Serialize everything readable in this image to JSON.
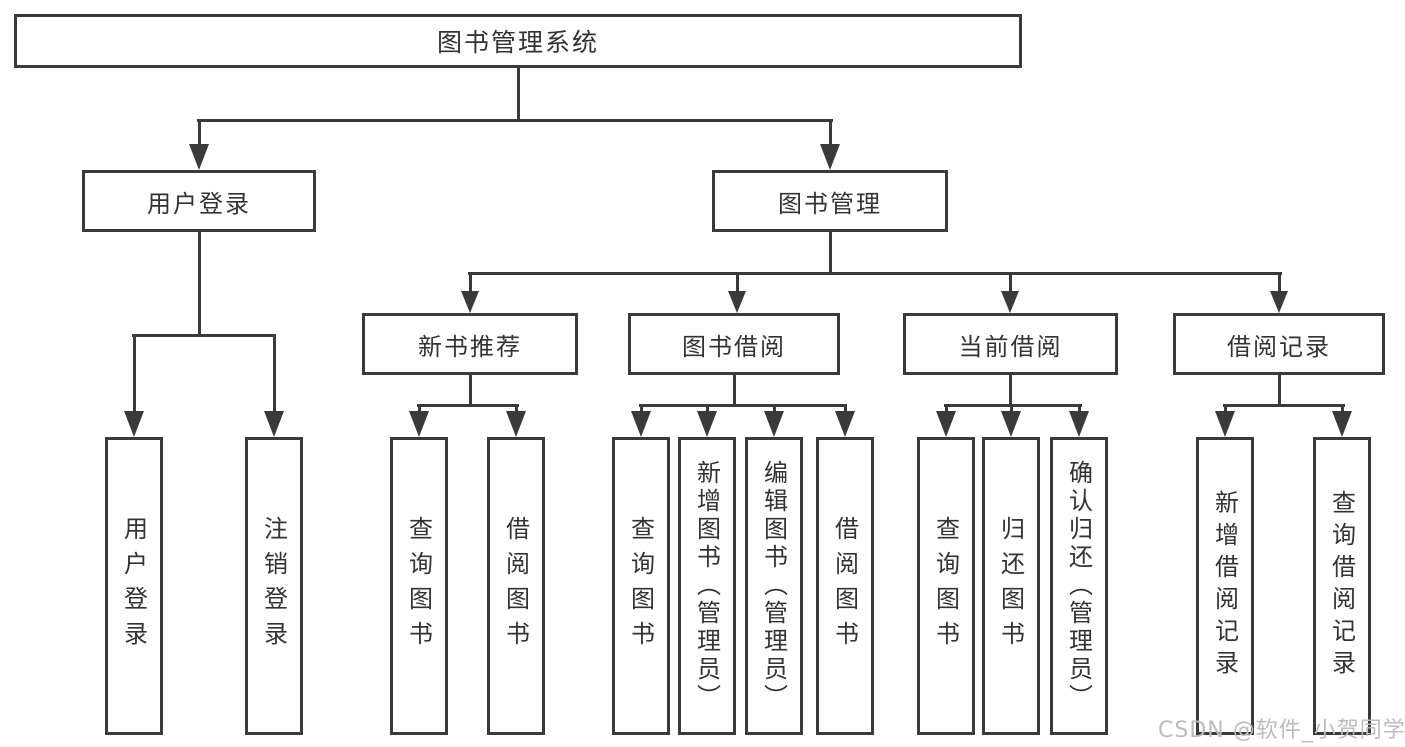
{
  "diagram": {
    "type": "tree",
    "root": {
      "label": "图书管理系统"
    },
    "branches": [
      {
        "label": "用户登录",
        "children": [
          {
            "label": "用户登录"
          },
          {
            "label": "注销登录"
          }
        ]
      },
      {
        "label": "图书管理",
        "children": [
          {
            "label": "新书推荐",
            "children": [
              {
                "label": "查询图书"
              },
              {
                "label": "借阅图书"
              }
            ]
          },
          {
            "label": "图书借阅",
            "children": [
              {
                "label": "查询图书"
              },
              {
                "label": "新增图书（管理员）"
              },
              {
                "label": "编辑图书（管理员）"
              },
              {
                "label": "借阅图书"
              }
            ]
          },
          {
            "label": "当前借阅",
            "children": [
              {
                "label": "查询图书"
              },
              {
                "label": "归还图书"
              },
              {
                "label": "确认归还（管理员）"
              }
            ]
          },
          {
            "label": "借阅记录",
            "children": [
              {
                "label": "新增借阅记录"
              },
              {
                "label": "查询借阅记录"
              }
            ]
          }
        ]
      }
    ]
  },
  "watermark": "CSDN @软件_小贺同学",
  "colors": {
    "line": "#3a3a3a",
    "box_border": "#3a3a3a",
    "box_background": "#ffffff",
    "text": "#333333",
    "watermark": "#bcbcbc",
    "page_background": "#ffffff"
  }
}
